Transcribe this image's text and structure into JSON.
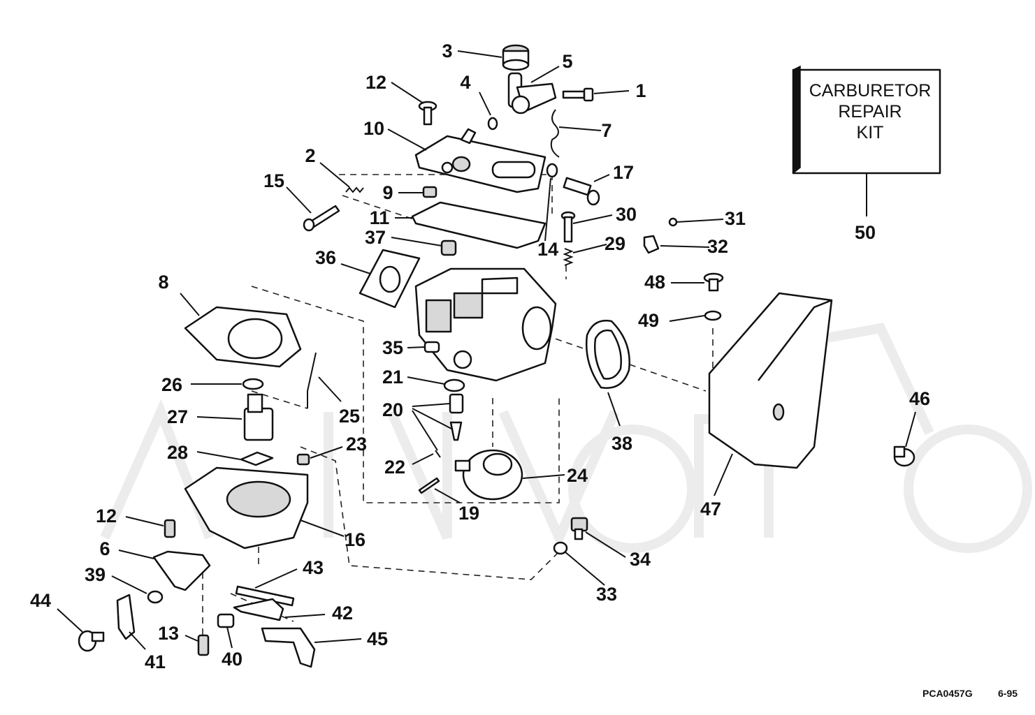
{
  "kit": {
    "line1": "CARBURETOR",
    "line2": "REPAIR",
    "line3": "KIT",
    "number": "50"
  },
  "footer": {
    "part_code": "PCA0457G",
    "date": "6-95"
  },
  "callouts": {
    "n1": "1",
    "n2": "2",
    "n3": "3",
    "n4": "4",
    "n5": "5",
    "n6": "6",
    "n7": "7",
    "n8": "8",
    "n9": "9",
    "n10": "10",
    "n11": "11",
    "n12a": "12",
    "n12b": "12",
    "n13": "13",
    "n14": "14",
    "n15": "15",
    "n16": "16",
    "n17": "17",
    "n19": "19",
    "n20": "20",
    "n21": "21",
    "n22": "22",
    "n23": "23",
    "n24": "24",
    "n25": "25",
    "n26": "26",
    "n27": "27",
    "n28": "28",
    "n29": "29",
    "n30": "30",
    "n31": "31",
    "n32": "32",
    "n33": "33",
    "n34": "34",
    "n35": "35",
    "n36": "36",
    "n37": "37",
    "n38": "38",
    "n39": "39",
    "n40": "40",
    "n41": "41",
    "n42": "42",
    "n43": "43",
    "n44": "44",
    "n45": "45",
    "n46": "46",
    "n47": "47",
    "n48": "48",
    "n49": "49"
  }
}
